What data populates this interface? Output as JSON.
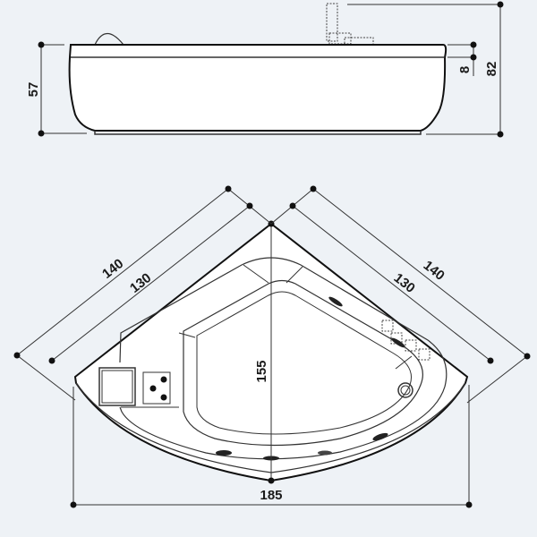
{
  "diagram": {
    "subject": "corner bathtub technical drawing",
    "background_color": "#eef2f6",
    "line_color": "#111111",
    "side_view": {
      "dimensions": {
        "height_body": "57",
        "rim_thickness": "8",
        "total_height_with_faucet": "82"
      }
    },
    "top_view": {
      "dimensions": {
        "outer_side_left": "140",
        "inner_side_left": "130",
        "outer_side_right": "140",
        "inner_side_right": "130",
        "depth_center": "155",
        "overall_width": "185"
      },
      "features": [
        "headrest-pillow",
        "control-panel-3-knobs",
        "drain",
        "whirlpool-jets",
        "faucet-controls"
      ]
    }
  }
}
